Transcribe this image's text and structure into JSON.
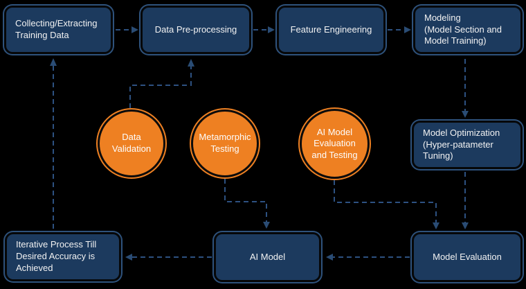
{
  "diagram": {
    "description": "AI model development and testing workflow flowchart",
    "colors": {
      "background": "#000000",
      "process_box_fill": "#1c3a5e",
      "process_box_outline": "#2e527c",
      "testing_circle_fill": "#ee8022",
      "arrow": "#2d5181",
      "text": "#f2f2f2"
    },
    "nodes": {
      "collecting": {
        "label": "Collecting/Extracting\nTraining Data"
      },
      "preprocessing": {
        "label": "Data Pre-processing"
      },
      "feature_engineering": {
        "label": "Feature Engineering"
      },
      "modeling": {
        "label": "Modeling\n(Model Section and\nModel Training)"
      },
      "model_optimization": {
        "label": "Model Optimization\n(Hyper-patameter\nTuning)"
      },
      "data_validation": {
        "label": "Data\nValidation"
      },
      "metamorphic_testing": {
        "label": "Metamorphic\nTesting"
      },
      "ai_model_evaluation": {
        "label": "AI Model\nEvaluation\nand Testing"
      },
      "iterative_process": {
        "label": "Iterative Process Till\nDesired Accuracy is\nAchieved"
      },
      "ai_model": {
        "label": "AI Model"
      },
      "model_evaluation": {
        "label": "Model Evaluation"
      }
    }
  }
}
